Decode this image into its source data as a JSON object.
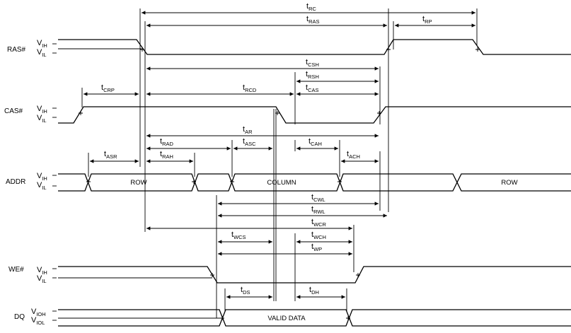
{
  "signals": [
    {
      "key": "ras",
      "name": "RAS#",
      "hi": "IH",
      "lo": "IL"
    },
    {
      "key": "cas",
      "name": "CAS#",
      "hi": "IH",
      "lo": "IL"
    },
    {
      "key": "addr",
      "name": "ADDR",
      "hi": "IH",
      "lo": "IL"
    },
    {
      "key": "we",
      "name": "WE#",
      "hi": "IH",
      "lo": "IL"
    },
    {
      "key": "dq",
      "name": "DQ",
      "hi": "IOH",
      "lo": "IOL"
    }
  ],
  "level_prefix": "V",
  "bus_labels": {
    "addr_row_1": "ROW",
    "addr_column": "COLUMN",
    "addr_row_2": "ROW",
    "dq_valid": "VALID DATA"
  },
  "timing_prefix": "t",
  "timings": [
    {
      "key": "rc",
      "sub": "RC"
    },
    {
      "key": "ras",
      "sub": "RAS"
    },
    {
      "key": "rp",
      "sub": "RP"
    },
    {
      "key": "csh",
      "sub": "CSH"
    },
    {
      "key": "rsh",
      "sub": "RSH"
    },
    {
      "key": "crp",
      "sub": "CRP"
    },
    {
      "key": "rcd",
      "sub": "RCD"
    },
    {
      "key": "cas",
      "sub": "CAS"
    },
    {
      "key": "ar",
      "sub": "AR"
    },
    {
      "key": "rad",
      "sub": "RAD"
    },
    {
      "key": "asc",
      "sub": "ASC"
    },
    {
      "key": "cah",
      "sub": "CAH"
    },
    {
      "key": "asr",
      "sub": "ASR"
    },
    {
      "key": "rah",
      "sub": "RAH"
    },
    {
      "key": "ach",
      "sub": "ACH"
    },
    {
      "key": "cwl",
      "sub": "CWL"
    },
    {
      "key": "rwl",
      "sub": "RWL"
    },
    {
      "key": "wcr",
      "sub": "WCR"
    },
    {
      "key": "wcs",
      "sub": "WCS"
    },
    {
      "key": "wch",
      "sub": "WCH"
    },
    {
      "key": "wp",
      "sub": "WP"
    },
    {
      "key": "ds",
      "sub": "DS"
    },
    {
      "key": "dh",
      "sub": "DH"
    }
  ]
}
